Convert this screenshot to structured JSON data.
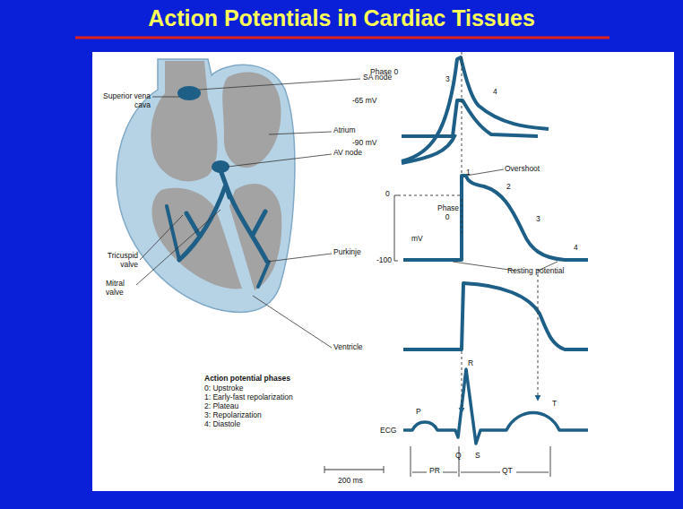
{
  "diagram": {
    "title": "Action Potentials in Cardiac Tissues",
    "labels": [
      "Superior vena cava",
      "SA node",
      "-65 mV",
      "Atrium",
      "-90 mV",
      "AV node",
      "Tricuspid valve",
      "Mitral valve",
      "Purkinje",
      "Ventricle",
      "Phase 0",
      "3",
      "4",
      "Overshoot",
      "1",
      "2",
      "3",
      "4",
      "0",
      "mV",
      "-100",
      "Phase 0",
      "Resting potential",
      "Action potential phases",
      "0: Upstroke",
      "1: Early-fast repolarization",
      "2: Plateau",
      "3: Repolarization",
      "4: Diastole",
      "ECG",
      "P",
      "R",
      "Q",
      "S",
      "T",
      "PR",
      "QT",
      "200 ms"
    ]
  }
}
